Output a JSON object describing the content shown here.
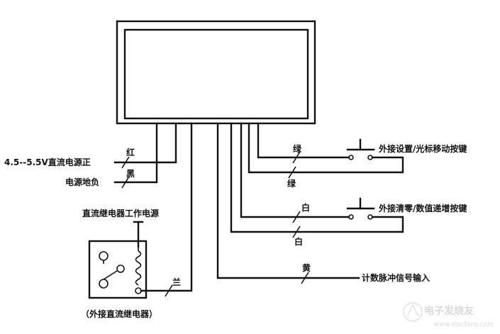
{
  "labels": {
    "power_positive": "4.5--5.5V直流电源正",
    "power_negative": "电源地负",
    "relay_power": "直流继电器工作电源",
    "relay_caption": "（外接直流继电器）",
    "button_set": "外接设置/光标移动按键",
    "button_clear": "外接清零/数值递增按键",
    "pulse_input": "计数脉冲信号输入"
  },
  "wire_colors": {
    "red": "红",
    "black": "黑",
    "blue": "兰",
    "green_top": "绿",
    "green_bottom": "绿",
    "white_top": "白",
    "white_bottom": "白",
    "yellow": "黄"
  },
  "watermark": {
    "text": "电子发烧友",
    "url": "www.elecfans.com"
  }
}
